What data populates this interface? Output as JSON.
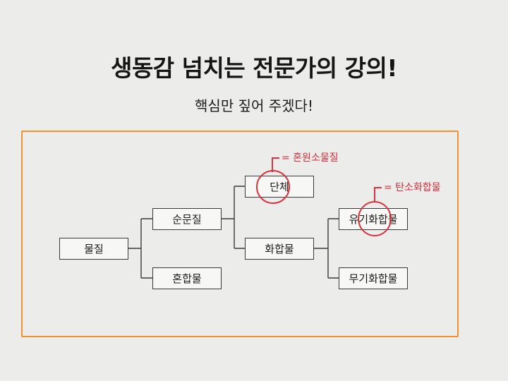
{
  "slide": {
    "title": "생동감 넘치는 전문가의 강의!",
    "subtitle": "핵심만 짚어 주겠다!"
  },
  "diagram": {
    "nodes": {
      "substance": "물질",
      "pure_substance": "순문질",
      "mixture": "혼합물",
      "element": "단체",
      "compound": "화합물",
      "organic_compound": "유기화합물",
      "inorganic_compound": "무기화합물"
    },
    "annotations": {
      "element_note": "= 혼원소물질",
      "organic_note": "= 탄소화합물"
    },
    "colors": {
      "frame": "#f0922e",
      "annotation": "#d9343f",
      "box_border": "#3a3a3a"
    }
  }
}
